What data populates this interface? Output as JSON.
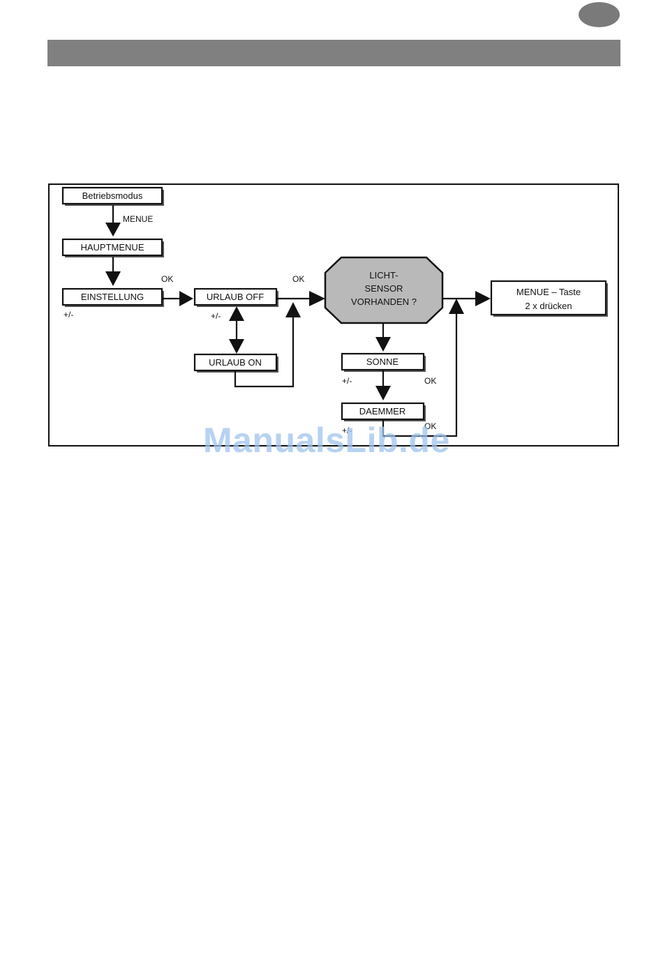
{
  "diagram": {
    "nodes": {
      "betriebsmodus": "Betriebsmodus",
      "hauptmenue": "HAUPTMENUE",
      "einstellung": "EINSTELLUNG",
      "urlaub_off": "URLAUB OFF",
      "urlaub_on": "URLAUB ON",
      "lichtsensor_line1": "LICHT-",
      "lichtsensor_line2": "SENSOR",
      "lichtsensor_line3": "VORHANDEN ?",
      "sonne": "SONNE",
      "daemmer": "DAEMMER",
      "menue_taste_line1": "MENUE – Taste",
      "menue_taste_line2": "2 x drücken"
    },
    "labels": {
      "menue": "MENUE",
      "ok_einstellung": "OK",
      "ok_urlaub": "OK",
      "plusminus_einstellung": "+/-",
      "plusminus_urlaub": "+/-",
      "plusminus_sonne": "+/-",
      "ok_sonne": "OK",
      "plusminus_daemmer": "+/-",
      "ok_daemmer": "OK"
    }
  },
  "watermark": "ManualsLib.de",
  "colors": {
    "header_bar": "#808080",
    "page_badge": "#7a7a7a",
    "decision_fill": "#b9b9b9",
    "watermark": "#9fc3ee"
  }
}
